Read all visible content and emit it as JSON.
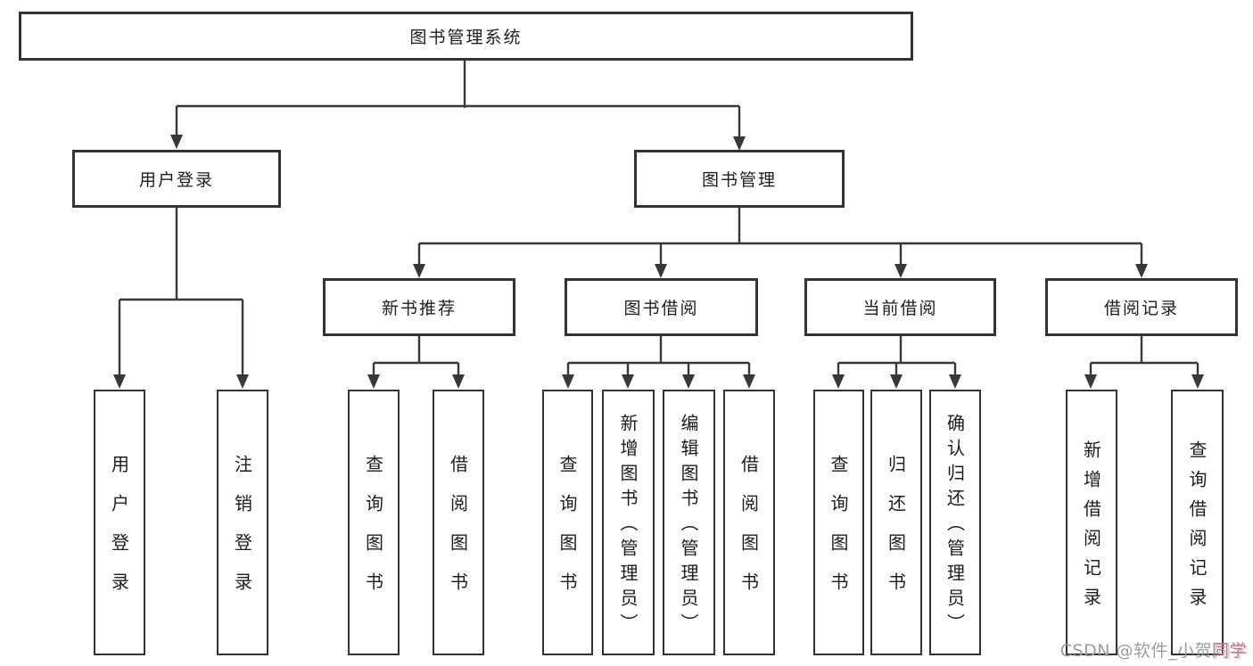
{
  "nodes": {
    "root": "图书管理系统",
    "level2": [
      "用户登录",
      "图书管理"
    ],
    "level3": [
      "新书推荐",
      "图书借阅",
      "当前借阅",
      "借阅记录"
    ],
    "leaves": [
      "用户登录",
      "注销登录",
      "查询图书",
      "借阅图书",
      "查询图书",
      "新增图书（管理员）",
      "编辑图书（管理员）",
      "借阅图书",
      "查询图书",
      "归还图书",
      "确认归还（管理员）",
      "新增借阅记录",
      "查询借阅记录"
    ]
  },
  "watermark": {
    "prefix": "CSDN @软件_小贺",
    "accent": "同学"
  },
  "colors": {
    "line": "#383838",
    "box_border": "#333333",
    "text": "#1d1d1d",
    "background": "#ffffff",
    "watermark": "#9c9c9c",
    "watermark_accent": "#fc557c"
  }
}
